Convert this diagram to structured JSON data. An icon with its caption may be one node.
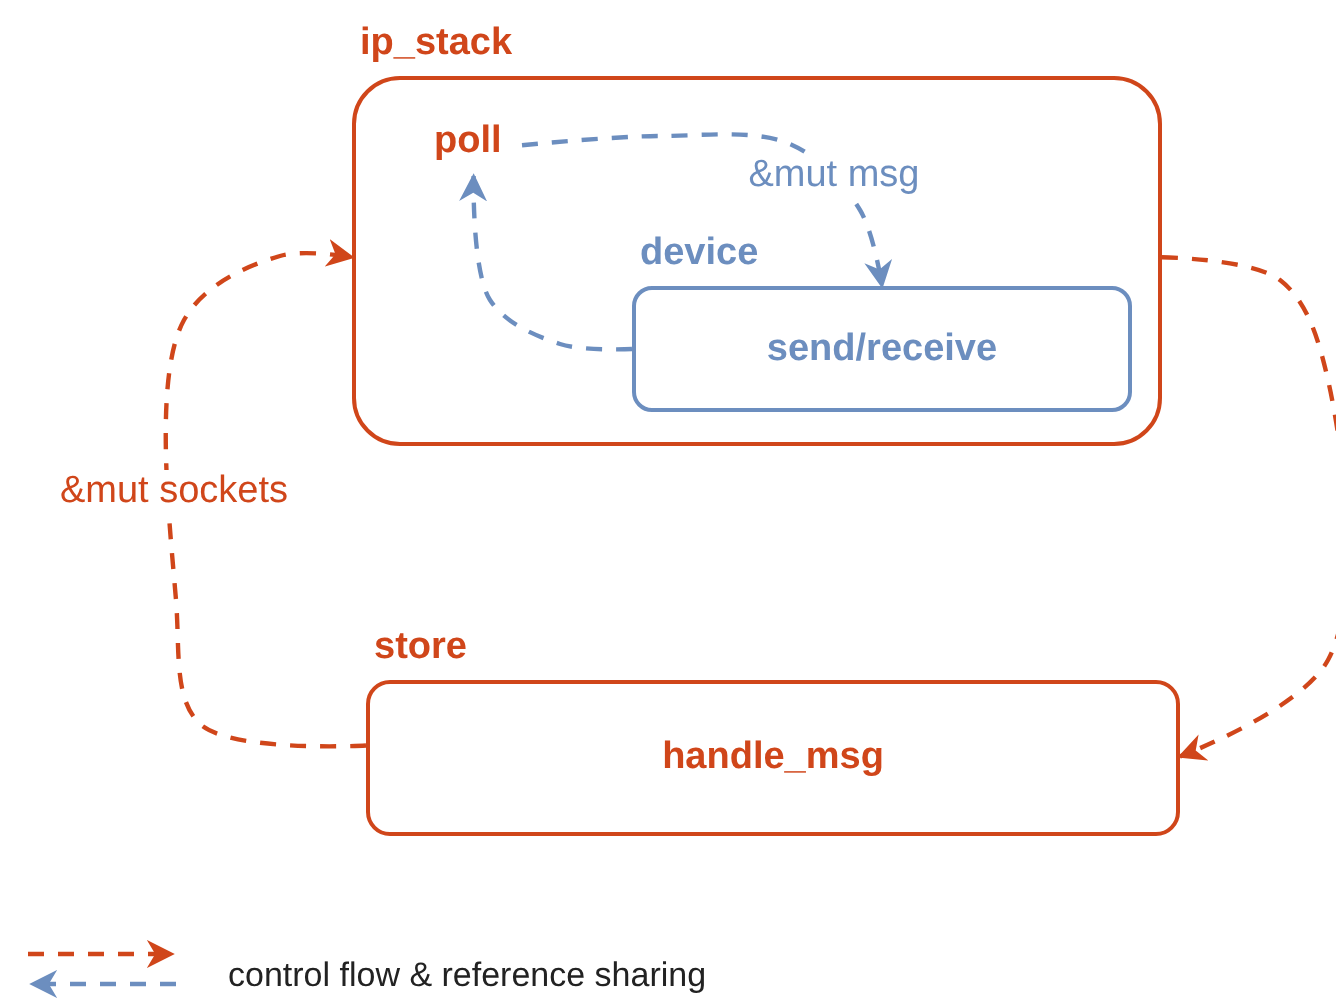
{
  "diagram": {
    "nodes": [
      {
        "text": [
          "ip_stack"
        ]
      },
      {
        "text": [
          "poll"
        ],
        "in": 0
      },
      {
        "text": [
          "device",
          "send/receive"
        ],
        "in": 0
      },
      {
        "text": [
          "store",
          "handle_msg"
        ]
      }
    ],
    "edges": [
      {
        "from": 1,
        "to": 2,
        "arrow": "to",
        "label": "&mut msg",
        "style": "dashed",
        "color": "#6c8ebf"
      },
      {
        "from": 2,
        "to": 1,
        "arrow": "to",
        "style": "dashed",
        "color": "#6c8ebf"
      },
      {
        "from": 0,
        "to": 3,
        "arrow": "to",
        "style": "dashed",
        "color": "#d0461a"
      },
      {
        "from": 3,
        "to": 0,
        "arrow": "to",
        "label": "&mut sockets",
        "style": "dashed",
        "color": "#d0461a"
      }
    ],
    "legend": [
      {
        "text": "control flow & reference sharing"
      }
    ]
  }
}
